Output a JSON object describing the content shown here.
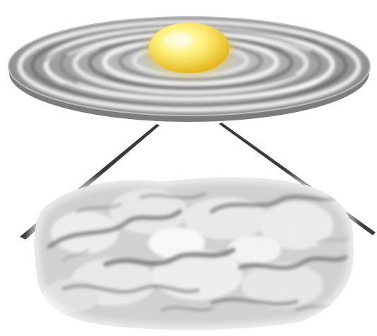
{
  "diagram": {
    "parts": [
      {
        "id": "disk",
        "icon": "protoplanetary-disk-icon"
      },
      {
        "id": "star",
        "icon": "central-star-icon"
      },
      {
        "id": "zoom-lines",
        "icon": "zoom-lines-icon"
      },
      {
        "id": "dust-cloud",
        "icon": "dust-cloud-icon"
      }
    ],
    "colors": {
      "background": "#ffffff",
      "disk_light": "#eeeeee",
      "disk_mid": "#b8b8b8",
      "disk_dark": "#6e6e6e",
      "star_core": "#fff48a",
      "star_edge": "#e8b820",
      "zoom_line": "#3a3a3a",
      "dust_light": "#f2f2f2",
      "dust_mid": "#bdbdbd",
      "dust_dark": "#6a6a6a"
    }
  }
}
